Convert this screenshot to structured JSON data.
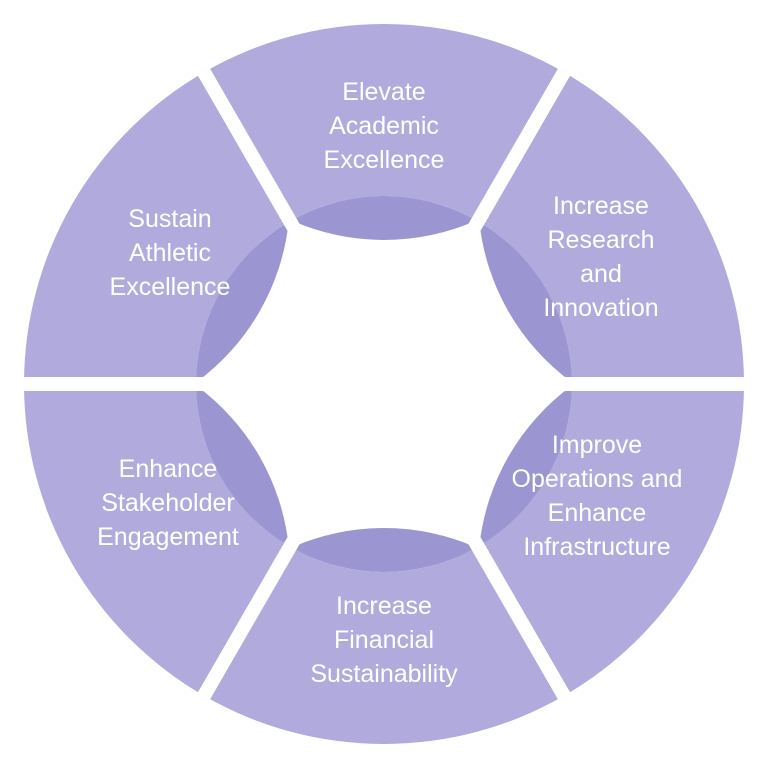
{
  "colors": {
    "segment": "#b1abdd",
    "inner": "#9b95d1",
    "text": "#ffffff",
    "gap": "#ffffff"
  },
  "segments": [
    {
      "id": "academic",
      "lines": [
        "Elevate",
        "Academic",
        "Excellence"
      ]
    },
    {
      "id": "research",
      "lines": [
        "Increase",
        "Research",
        "and",
        "Innovation"
      ]
    },
    {
      "id": "operations",
      "lines": [
        "Improve",
        "Operations and",
        "Enhance",
        "Infrastructure"
      ]
    },
    {
      "id": "financial",
      "lines": [
        "Increase",
        "Financial",
        "Sustainability"
      ]
    },
    {
      "id": "stakeholder",
      "lines": [
        "Enhance",
        "Stakeholder",
        "Engagement"
      ]
    },
    {
      "id": "athletic",
      "lines": [
        "Sustain",
        "Athletic",
        "Excellence"
      ]
    }
  ]
}
